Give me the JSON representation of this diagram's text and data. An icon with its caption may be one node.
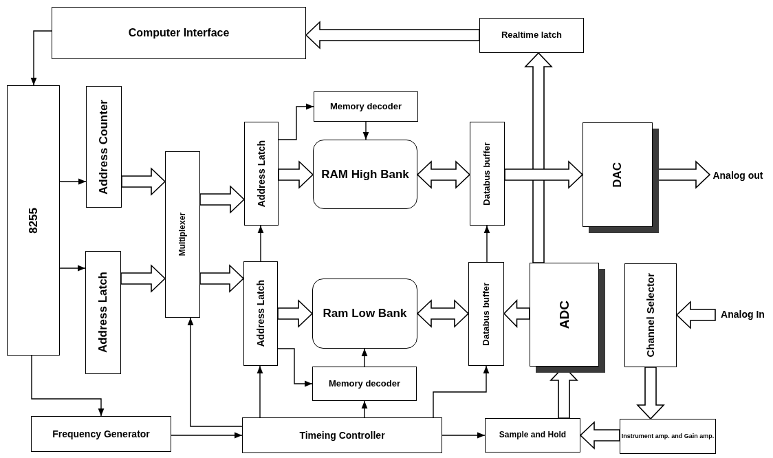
{
  "diagram": {
    "nodes": [
      {
        "text": [
          "Computer Interface"
        ]
      },
      {
        "text": [
          "Realtime latch"
        ]
      },
      {
        "text": [
          "8255"
        ]
      },
      {
        "text": [
          "Address Counter"
        ]
      },
      {
        "text": [
          "Address Latch"
        ]
      },
      {
        "text": [
          "Multiplexer"
        ]
      },
      {
        "text": [
          "Memory decoder"
        ]
      },
      {
        "text": [
          "Address Latch"
        ]
      },
      {
        "text": [
          "RAM High Bank"
        ]
      },
      {
        "text": [
          "Databus buffer"
        ]
      },
      {
        "text": [
          "DAC"
        ]
      },
      {
        "text": [
          "Analog out"
        ]
      },
      {
        "text": [
          "Address Latch"
        ]
      },
      {
        "text": [
          "Ram Low Bank"
        ]
      },
      {
        "text": [
          "Databus buffer"
        ]
      },
      {
        "text": [
          "ADC"
        ]
      },
      {
        "text": [
          "Channel Selector"
        ]
      },
      {
        "text": [
          "Analog In"
        ]
      },
      {
        "text": [
          "Memory decoder"
        ]
      },
      {
        "text": [
          "Frequency Generator"
        ]
      },
      {
        "text": [
          "Timeing Controller"
        ]
      },
      {
        "text": [
          "Sample and Hold"
        ]
      },
      {
        "text": [
          "Instrument amp. and Gain amp."
        ]
      }
    ],
    "edges": [
      {
        "from": 0,
        "to": 2,
        "arrow": "to"
      },
      {
        "from": 1,
        "to": 0,
        "arrow": "to",
        "style": "thick"
      },
      {
        "from": 2,
        "to": 3,
        "arrow": "to"
      },
      {
        "from": 2,
        "to": 4,
        "arrow": "to"
      },
      {
        "from": 2,
        "to": 19,
        "arrow": "to"
      },
      {
        "from": 3,
        "to": 5,
        "arrow": "to",
        "style": "thick"
      },
      {
        "from": 4,
        "to": 5,
        "arrow": "to",
        "style": "thick"
      },
      {
        "from": 5,
        "to": 7,
        "arrow": "to",
        "style": "thick"
      },
      {
        "from": 5,
        "to": 12,
        "arrow": "to",
        "style": "thick"
      },
      {
        "from": 7,
        "to": 6,
        "arrow": "to"
      },
      {
        "from": 6,
        "to": 8,
        "arrow": "to"
      },
      {
        "from": 7,
        "to": 8,
        "arrow": "to",
        "style": "thick"
      },
      {
        "from": 8,
        "to": 9,
        "arrow": "both",
        "style": "thick"
      },
      {
        "from": 9,
        "to": 10,
        "arrow": "to",
        "style": "thick"
      },
      {
        "from": 10,
        "to": 11,
        "arrow": "to",
        "style": "thick"
      },
      {
        "from": 12,
        "to": 7,
        "arrow": "to"
      },
      {
        "from": 12,
        "to": 13,
        "arrow": "to",
        "style": "thick"
      },
      {
        "from": 12,
        "to": 18,
        "arrow": "to"
      },
      {
        "from": 18,
        "to": 13,
        "arrow": "to"
      },
      {
        "from": 13,
        "to": 14,
        "arrow": "both",
        "style": "thick"
      },
      {
        "from": 14,
        "to": 9,
        "arrow": "to"
      },
      {
        "from": 15,
        "to": 14,
        "arrow": "to",
        "style": "thick"
      },
      {
        "from": 15,
        "to": 1,
        "arrow": "to",
        "style": "thick"
      },
      {
        "from": 17,
        "to": 16,
        "arrow": "to",
        "style": "thick"
      },
      {
        "from": 16,
        "to": 22,
        "arrow": "to",
        "style": "thick"
      },
      {
        "from": 22,
        "to": 21,
        "arrow": "to",
        "style": "thick"
      },
      {
        "from": 21,
        "to": 15,
        "arrow": "to",
        "style": "thick"
      },
      {
        "from": 19,
        "to": 20,
        "arrow": "to"
      },
      {
        "from": 20,
        "to": 5,
        "arrow": "to"
      },
      {
        "from": 20,
        "to": 12,
        "arrow": "to"
      },
      {
        "from": 20,
        "to": 18,
        "arrow": "to"
      },
      {
        "from": 20,
        "to": 14,
        "arrow": "to"
      },
      {
        "from": 20,
        "to": 21,
        "arrow": "to"
      }
    ]
  }
}
